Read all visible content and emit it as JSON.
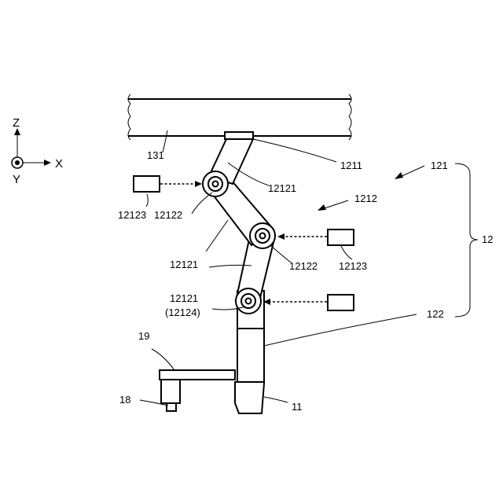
{
  "axes": {
    "z": "Z",
    "x": "X",
    "y": "Y"
  },
  "labels": {
    "ceiling": "131",
    "base_link": "1211",
    "arm": "121",
    "middle_link": "1212",
    "robot": "12",
    "link_a": "12121",
    "actuator_top": "12123",
    "joint_top": "12122",
    "link_b": "12121",
    "joint_mid": "12122",
    "actuator_mid": "12123",
    "link_c": "12121",
    "link_c_alt": "(12124)",
    "tool": "122",
    "bracket": "19",
    "sensor": "18",
    "end_effector": "11"
  }
}
